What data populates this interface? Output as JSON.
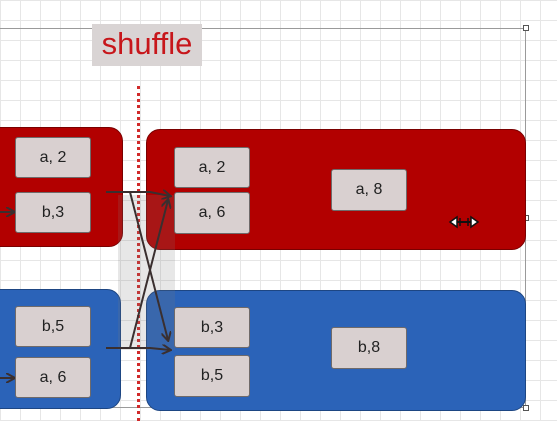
{
  "diagram": {
    "title": "shuffle",
    "colors": {
      "red_partition": "#b20000",
      "blue_partition": "#2b63b8",
      "title_text": "#c7161b",
      "record_box": "#d9d0d0"
    },
    "left_partitions": [
      {
        "color": "red",
        "records": [
          "a, 2",
          "b,3"
        ]
      },
      {
        "color": "blue",
        "records": [
          "b,5",
          "a, 6"
        ]
      }
    ],
    "right_partitions": [
      {
        "color": "red",
        "inputs": [
          "a, 2",
          "a, 6"
        ],
        "result": "a, 8"
      },
      {
        "color": "blue",
        "inputs": [
          "b,3",
          "b,5"
        ],
        "result": "b,8"
      }
    ],
    "cursor_icon": "resize-horizontal-icon"
  }
}
